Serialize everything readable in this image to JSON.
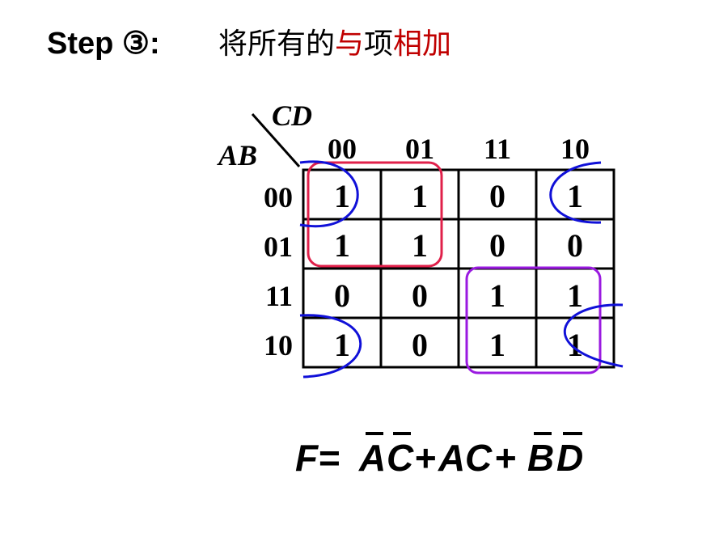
{
  "title": {
    "step": "Step ③:",
    "parts": [
      {
        "text": "将所有的",
        "color": "#000000"
      },
      {
        "text": "与",
        "color": "#c00000"
      },
      {
        "text": "项",
        "color": "#000000"
      },
      {
        "text": "相加",
        "color": "#c00000"
      }
    ]
  },
  "kmap": {
    "col_var": "CD",
    "row_var": "AB",
    "col_labels": [
      "00",
      "01",
      "11",
      "10"
    ],
    "row_labels": [
      "00",
      "01",
      "11",
      "10"
    ],
    "cells": [
      [
        "1",
        "1",
        "0",
        "1"
      ],
      [
        "1",
        "1",
        "0",
        "0"
      ],
      [
        "0",
        "0",
        "1",
        "1"
      ],
      [
        "1",
        "0",
        "1",
        "1"
      ]
    ]
  },
  "groups": {
    "red": {
      "color": "#e0204a",
      "rows": [
        0,
        1
      ],
      "cols": [
        0,
        1
      ]
    },
    "purple": {
      "color": "#9a1ae0",
      "rows": [
        2,
        3
      ],
      "cols": [
        2,
        3
      ]
    },
    "blue": {
      "color": "#1010d8",
      "cells": [
        [
          0,
          0
        ],
        [
          0,
          3
        ],
        [
          3,
          0
        ],
        [
          3,
          3
        ]
      ]
    }
  },
  "formula": {
    "lhs": "F=",
    "terms": [
      {
        "letters": [
          {
            "ch": "A",
            "bar": true
          },
          {
            "ch": "C",
            "bar": true
          }
        ]
      },
      {
        "sep": "+"
      },
      {
        "letters": [
          {
            "ch": "A",
            "bar": false
          },
          {
            "ch": "C",
            "bar": false
          }
        ]
      },
      {
        "sep": "+"
      },
      {
        "letters": [
          {
            "ch": "B",
            "bar": true
          },
          {
            "ch": "D",
            "bar": true
          }
        ]
      }
    ]
  }
}
